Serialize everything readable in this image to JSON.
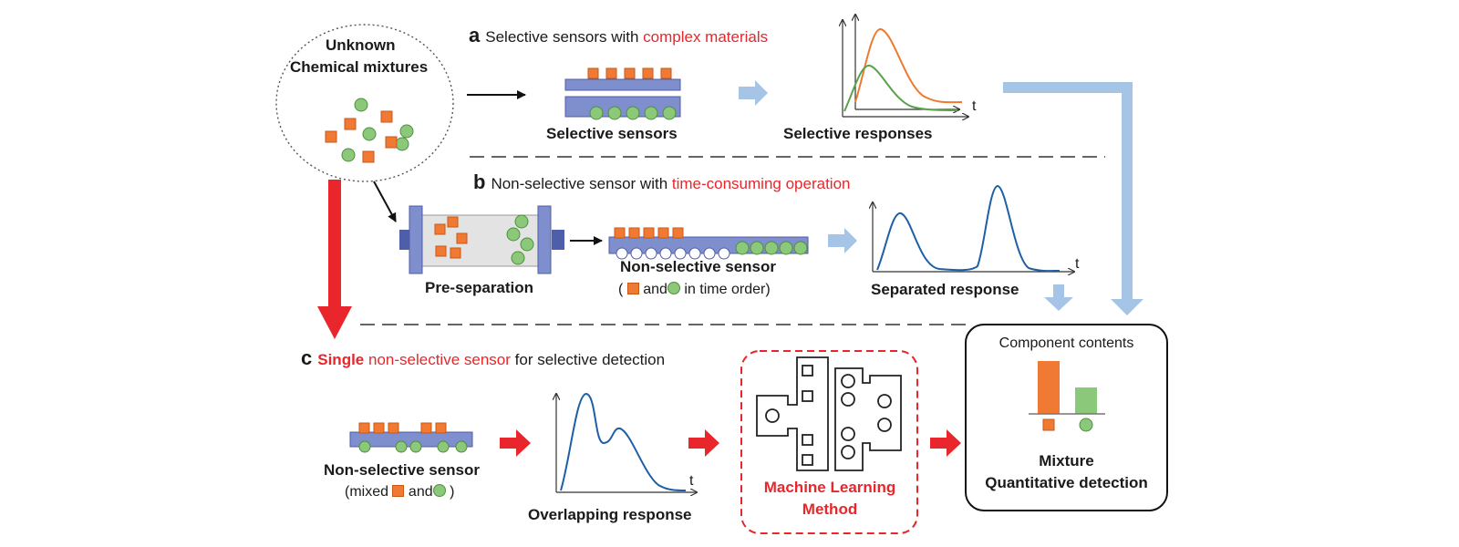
{
  "unknown": {
    "line1": "Unknown",
    "line2": "Chemical mixtures"
  },
  "section_a": {
    "letter": "a",
    "text": "Selective sensors with ",
    "highlight": "complex materials"
  },
  "section_b": {
    "letter": "b",
    "text": "Non-selective sensor with ",
    "highlight": "time-consuming operation"
  },
  "section_c": {
    "letter": "c",
    "highlight1": "Single",
    "highlight2": "non-selective sensor",
    "text": " for selective detection"
  },
  "labels": {
    "selective_sensors": "Selective sensors",
    "selective_responses": "Selective responses",
    "pre_separation": "Pre-separation",
    "nonsel_sensor_b": "Non-selective sensor",
    "nonsel_b_open": "(",
    "nonsel_b_and": "and",
    "nonsel_b_close": "in time order)",
    "separated_response": "Separated response",
    "nonsel_sensor_c": "Non-selective sensor",
    "nonsel_c_open": "(mixed",
    "nonsel_c_and": "and",
    "nonsel_c_close": ")",
    "overlapping_response": "Overlapping response",
    "ml_line1": "Machine Learning",
    "ml_line2": "Method",
    "component_contents": "Component contents",
    "mixture_line1": "Mixture",
    "mixture_line2": "Quantitative detection",
    "axis_t": "t"
  },
  "colors": {
    "orange": "#f07a33",
    "green": "#8cc87a",
    "blue_sensor": "#7f8fce",
    "blue_arrow": "#a6c4e6",
    "red_arrow": "#e8262b",
    "curve_blue": "#1f5fa5",
    "curve_orange": "#ee7a30",
    "curve_green": "#5aa34a"
  },
  "component_bars": {
    "orange": 1.0,
    "green": 0.5
  }
}
